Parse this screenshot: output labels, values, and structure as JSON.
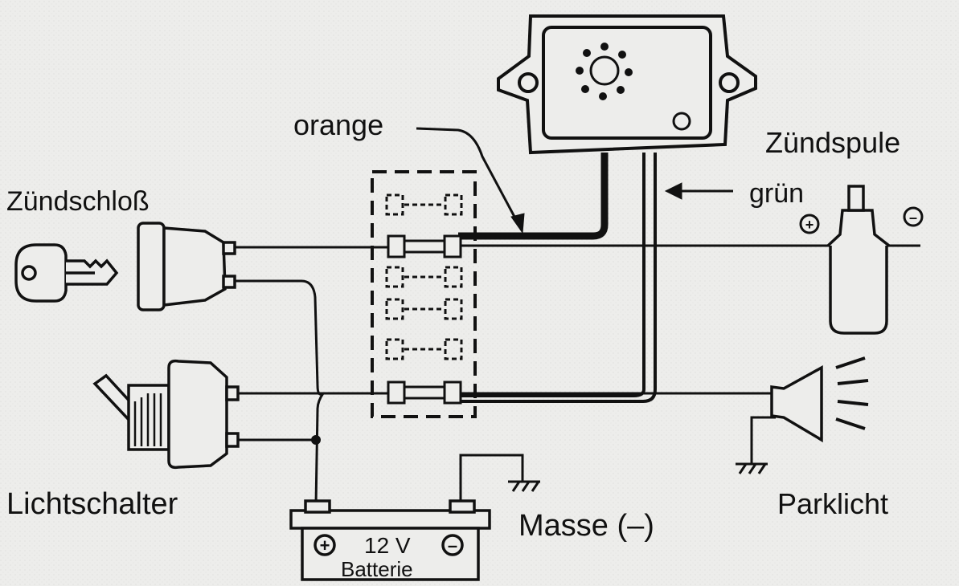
{
  "labels": {
    "ignition_switch": "Zündschloß",
    "light_switch": "Lichtschalter",
    "wire_orange": "orange",
    "wire_green": "grün",
    "ignition_coil": "Zündspule",
    "parking_light": "Parklicht",
    "ground": "Masse (–)",
    "battery_voltage": "12 V",
    "battery_name": "Batterie",
    "plus": "+",
    "minus": "–"
  },
  "colors": {
    "ink": "#111111",
    "paper": "#ededeb"
  }
}
